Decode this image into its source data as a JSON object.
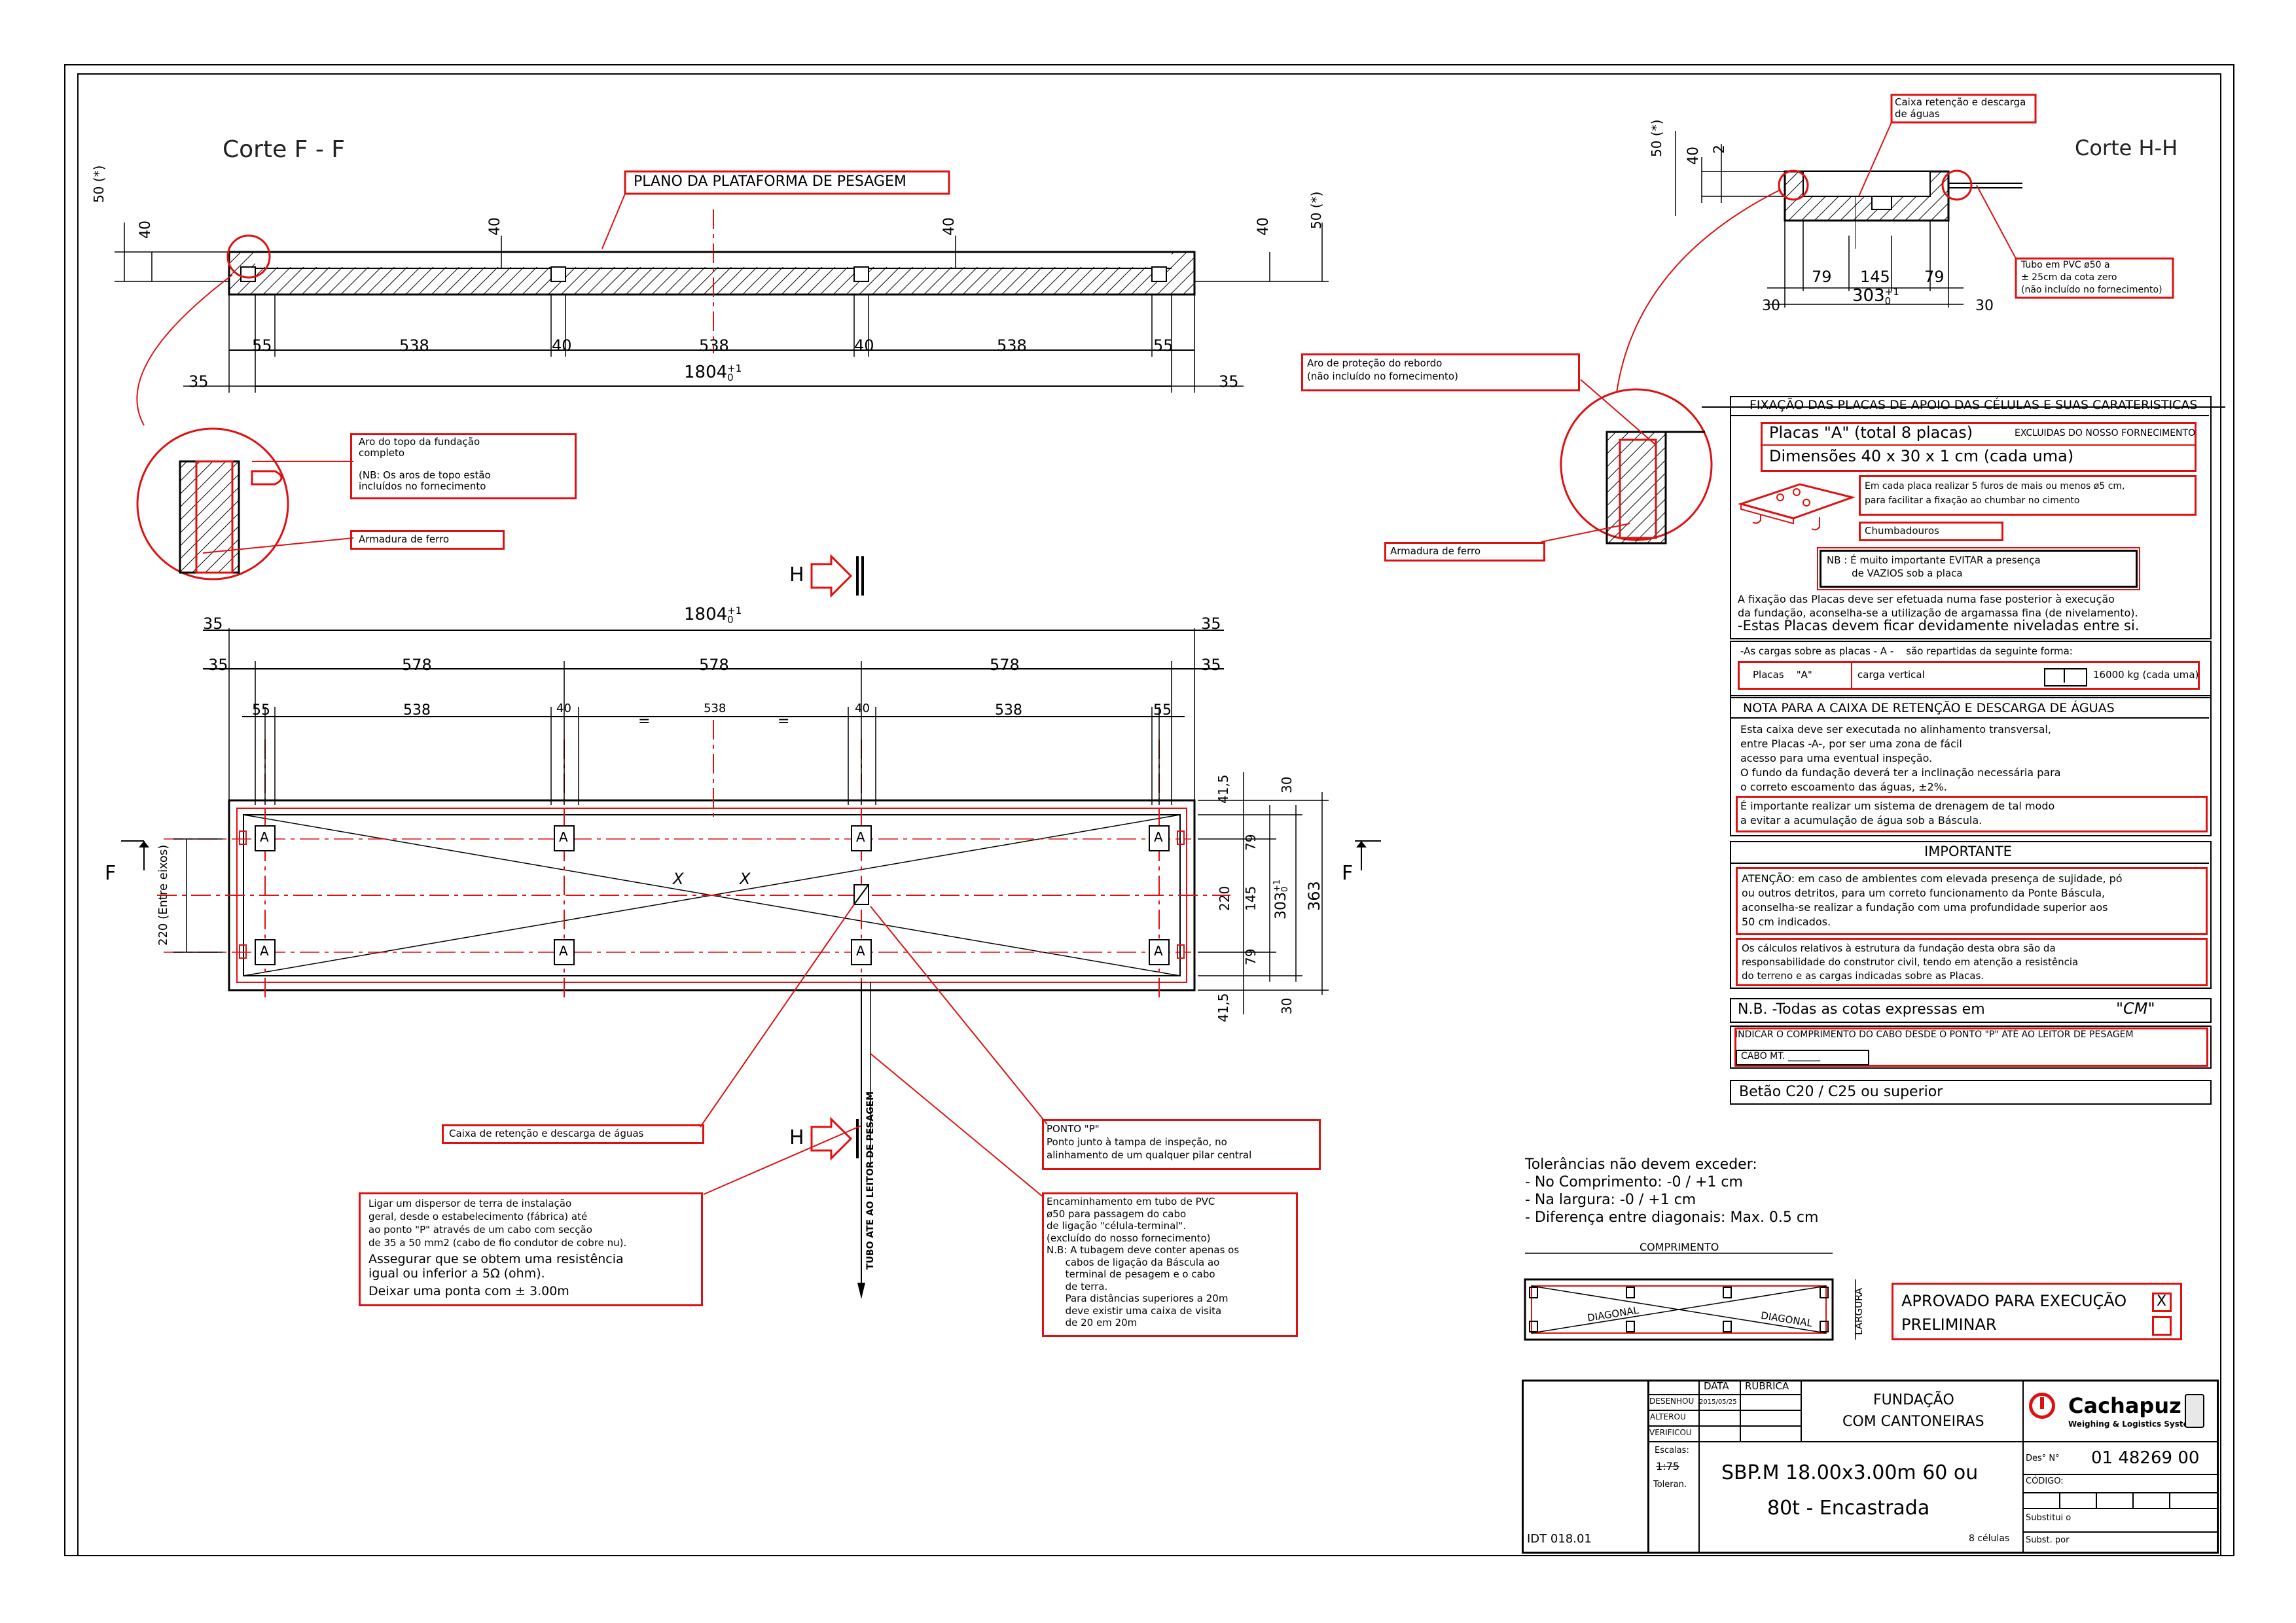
{
  "drawing": {
    "corte_ff_title": "Corte F - F",
    "corte_hh_title": "Corte H-H",
    "plataforma_label": "PLANO DA PLATAFORMA DE PESAGEM",
    "h_marker": "H",
    "f_marker": "F",
    "plan_labels": {
      "a": "A",
      "x": "X",
      "eq": "="
    },
    "ff_dims": {
      "top_left": "50 (*)",
      "top_40": "40",
      "top_right": "50 (*)",
      "bottom_row": [
        "55",
        "538",
        "40",
        "538",
        "40",
        "538",
        "55"
      ],
      "ends": "35",
      "overall": "1804"
    },
    "hh_dims": {
      "left": [
        "50 (*)",
        "40",
        "2"
      ],
      "bottom": [
        "79",
        "145",
        "79"
      ],
      "ends": "30",
      "overall": "303"
    },
    "plan_dims": {
      "overall": "1804",
      "ends": "35",
      "row1": [
        "578",
        "578",
        "578"
      ],
      "row2": [
        "55",
        "538",
        "40",
        "538",
        "40",
        "538",
        "55"
      ],
      "right_outer": [
        "41,5",
        "30",
        "220",
        "41,5",
        "30"
      ],
      "right_inner": [
        "79",
        "145",
        "79"
      ],
      "right_303": "303",
      "right_363": "363",
      "entre_eixos": "220 (Entre eixos)",
      "tubo_vertical": "TUBO ATE AO LEITOR DE PESAGEM"
    },
    "tolerance_sup": "+1",
    "tolerance_sub": "0"
  },
  "notes": {
    "aro_topo": "Aro do topo da fundação\ncompleto\n\n(NB: Os aros de topo estão\nincluídos no fornecimento",
    "armadura_left": "Armadura de ferro",
    "armadura_right": "Armadura de ferro",
    "aro_protecao": "Aro de proteção do rebordo\n(não incluído no fornecimento)",
    "caixa_top": "Caixa retenção e descarga\nde águas",
    "tubo_pvc": "Tubo em PVC ø50 a\n± 25cm da cota zero\n(não incluído no fornecimento)",
    "caixa_plan": "Caixa de retenção e descarga de águas",
    "ponto_p": "PONTO \"P\"\nPonto junto à tampa de inspeção, no\nalinhamento de um qualquer pilar central",
    "ligar": "Ligar um dispersor de terra de instalação\ngeral, desde o estabelecimento (fábrica) até\nao ponto \"P\" através de um cabo com secção\nde 35 a 50 mm2 (cabo de fio condutor de cobre nu).",
    "assegurar": "Assegurar que se obtem uma resistência\nigual ou inferior a 5Ω (ohm).",
    "deixar": "Deixar uma ponta com ± 3.00m",
    "encaminhamento": "Encaminhamento em tubo de PVC\nø50 para passagem do cabo\nde ligação \"célula-terminal\".\n(excluído do nosso fornecimento)\nN.B: A tubagem deve conter apenas os\n      cabos de ligação da Báscula ao\n      terminal de pesagem e o cabo\n      de terra.\n      Para distâncias superiores a 20m\n      deve existir uma caixa de visita\n      de 20 em 20m"
  },
  "fixacao": {
    "title": "FIXAÇÃO DAS PLACAS DE APOIO DAS CÉLULAS E SUAS CARATERISTICAS",
    "placas": "Placas \"A\" (total 8 placas)",
    "excluidas": "EXCLUIDAS DO NOSSO FORNECIMENTO",
    "dimensoes": "Dimensões  40 x 30 x 1 cm (cada uma)",
    "furos": "Em cada placa realizar 5 furos de mais ou menos ø5 cm,\npara facilitar a fixação ao chumbar no cimento",
    "chumbadouros": "Chumbadouros",
    "nb": "NB : É muito importante EVITAR a presença\n        de VAZIOS sob a placa",
    "fixacao_text": "A fixação das Placas deve ser efetuada numa fase posterior à execução\nda fundação, aconselha-se a utilização de argamassa fina (de nivelamento).",
    "niveladas": "-Estas Placas devem ficar devidamente niveladas entre si.",
    "cargas_title": "-As cargas sobre as placas - A -    são repartidas da seguinte forma:",
    "cargas_placas": "Placas    \"A\"",
    "cargas_vertical": "carga vertical",
    "cargas_valor": "16000 kg (cada uma)"
  },
  "nota_caixa": {
    "title": "NOTA PARA A CAIXA DE RETENÇÃO E DESCARGA DE ÁGUAS",
    "text": "Esta caixa deve ser executada no alinhamento transversal,\nentre Placas -A-, por ser uma zona de fácil\nacesso para uma eventual inspeção.\nO fundo da fundação deverá ter a inclinação necessária para\no correto escoamento das águas, ±2%.",
    "drenagem": "É importante realizar um sistema de drenagem de tal modo\na evitar a acumulação de água sob a Báscula."
  },
  "importante": {
    "title": "IMPORTANTE",
    "atencao": "ATENÇÃO: em caso de ambientes com elevada presença de sujidade, pó\nou outros detritos, para um correto funcionamento da Ponte Báscula,\naconselha-se realizar a fundação com uma profundidade superior aos\n50 cm indicados.",
    "calculos": "Os cálculos relativos à estrutura da fundação desta obra são da\nresponsabilidade do construtor civil, tendo em atenção a resistência\ndo terreno e as cargas indicadas sobre as Placas."
  },
  "nb_cotas": {
    "text": "N.B. -Todas as cotas expressas em",
    "unit": "\"CM\""
  },
  "indicar": {
    "text": "INDICAR O COMPRIMENTO DO CABO DESDE O PONTO \"P\" ATÉ AO LEITOR DE PESAGEM",
    "cabo": "CABO   MT. _______"
  },
  "betao": "Betão C20 / C25 ou superior",
  "tolerancias": {
    "title": "Tolerâncias não devem exceder:",
    "lines": [
      "- No Comprimento: -0 / +1 cm",
      "- Na largura:  -0 / +1 cm",
      "- Diferença entre diagonais: Max. 0.5 cm"
    ],
    "comprimento": "COMPRIMENTO",
    "largura": "LARGURA",
    "diagonal": "DIAGONAL"
  },
  "approval": {
    "aprovado": "APROVADO PARA EXECUÇÃO",
    "aprovado_mark": "X",
    "preliminar": "PRELIMINAR"
  },
  "title_block": {
    "data": "DATA",
    "rubrica": "RUBRICA",
    "desenhou": "DESENHOU",
    "date": "2015/05/25",
    "alterou": "ALTEROU",
    "verificou": "VERIFICOU",
    "escalas": "Escalas:",
    "scale": "1:75",
    "toleran": "Toleran.",
    "fundacao_1": "FUNDAÇÃO",
    "fundacao_2": "COM CANTONEIRAS",
    "model_1": "SBP.M  18.00x3.00m  60  ou",
    "model_2": "80t  -  Encastrada",
    "celulas": "8 células",
    "company": "Cachapuz",
    "company_sub": "Weighing & Logistics Systems",
    "des_label": "Des° N°",
    "des_num": "01  48269  00",
    "codigo": "CÓDIGO:",
    "substitui": "Substitui o",
    "subst_por": "Subst. por",
    "idt": "IDT  018.01"
  }
}
